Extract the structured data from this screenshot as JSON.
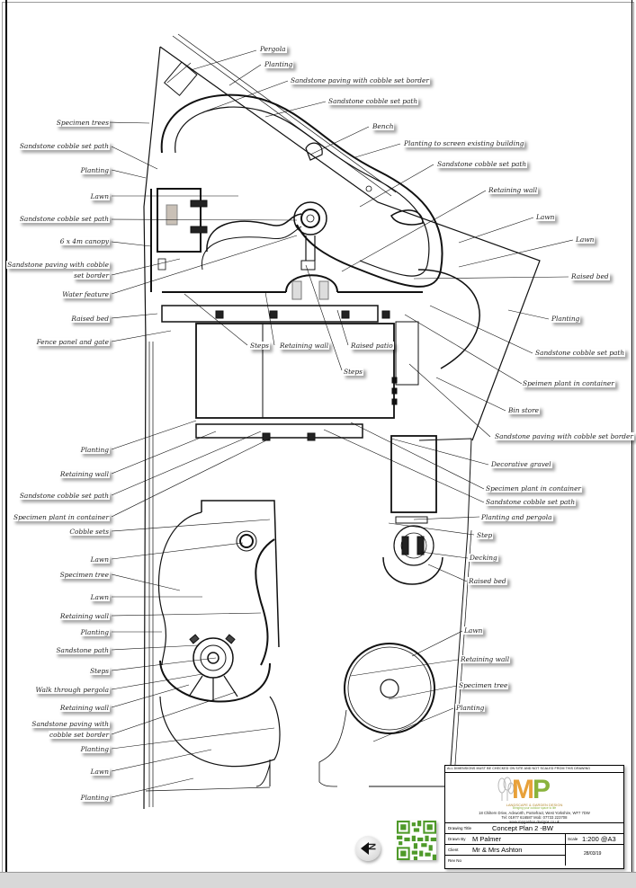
{
  "drawing": {
    "labels": {
      "pergola": "Pergola",
      "planting_top": "Planting",
      "paving_cobble_border_top": "Sandstone paving with cobble set border",
      "cobble_path_top": "Sandstone cobble set path",
      "bench": "Bench",
      "planting_screen": "Planting to screen existing building",
      "cobble_path_right1": "Sandstone cobble set path",
      "retaining_wall_right1": "Retaining wall",
      "lawn_right1": "Lawn",
      "lawn_right2": "Lawn",
      "raised_bed_right": "Raised bed",
      "planting_right": "Planting",
      "cobble_path_right2": "Sandstone cobble set path",
      "specimen_container_right": "Speimen plant in container",
      "bin_store": "Bin store",
      "paving_cobble_border_right": "Sandstone paving with cobble set border",
      "decorative_gravel": "Decorative gravel",
      "specimen_container_right2": "Specimen plant in container",
      "cobble_path_right3": "Sandstone cobble set path",
      "planting_pergola": "Planting and pergola",
      "step": "Step",
      "decking": "Decking",
      "raised_bed_right2": "Raised bed",
      "lawn_right3": "Lawn",
      "retaining_wall_right2": "Retaining wall",
      "specimen_tree_right": "Specimen tree",
      "planting_right2": "Planting",
      "specimen_trees": "Specimen trees",
      "cobble_path_left1": "Sandstone cobble set path",
      "planting_left1": "Planting",
      "lawn_left1": "Lawn",
      "cobble_path_left2": "Sandstone cobble set path",
      "canopy": "6 x 4m canopy",
      "paving_cobble_left_line1": "Sandstone paving with cobble",
      "paving_cobble_left_line2": "set border",
      "water_feature": "Water feature",
      "raised_bed_left": "Raised bed",
      "fence_gate": "Fence panel and gate",
      "steps_mid1": "Steps",
      "retaining_wall_mid": "Retaining wall",
      "raised_patio": "Raised patio",
      "steps_mid2": "Steps",
      "planting_left2": "Planting",
      "retaining_wall_left2": "Retaining wall",
      "cobble_path_left3": "Sandstone cobble set path",
      "specimen_container_left": "Specimen plant in container",
      "cobble_sets": "Cobble sets",
      "lawn_left2": "Lawn",
      "specimen_tree_left": "Specimen tree",
      "lawn_left3": "Lawn",
      "retaining_wall_left3": "Retaining wall",
      "planting_left3": "Planting",
      "sandstone_path": "Sandstone path",
      "steps_left": "Steps",
      "walk_through_pergola": "Walk through pergola",
      "retaining_wall_left4": "Retaining wall",
      "paving_cobble_left2_line1": "Sandstone paving with",
      "paving_cobble_left2_line2": "cobble set border",
      "planting_left4": "Planting",
      "lawn_left4": "Lawn",
      "planting_left5": "Planting"
    }
  },
  "title_block": {
    "warning": "ALL DIMENSIONS MUST BE CHECKED ON SITE AND NOT SCALED FROM THIS DRAWING",
    "logo_m": "M",
    "logo_p": "P",
    "company": "LANDSCAPE & GARDEN DESIGN",
    "tagline": "Bringing your outdoor space to life",
    "address": "18 Chiltern Drive, Ackworth, Pontefract, West Yorkshire, WF7 7DW",
    "phone": "Tel: 01977 616587  Mob: 07733 223708",
    "website": "www.mpgarden designs.co.uk",
    "drawing_title_label": "Drawing Title",
    "drawing_title": "Concept Plan 2 -BW",
    "drawn_by_label": "Drawn By",
    "drawn_by": "M Palmer",
    "scale_label": "Scale",
    "scale": "1:200 @A3",
    "client_label": "Client",
    "client": "Mr & Mrs Ashton",
    "rev_label": "Rev No",
    "date": "28/03/19"
  },
  "north_arrow": {
    "letter": "N"
  },
  "colors": {
    "logo_orange": "#e8a13a",
    "logo_green": "#8ab33c",
    "qr_green": "#4f9a2a"
  }
}
